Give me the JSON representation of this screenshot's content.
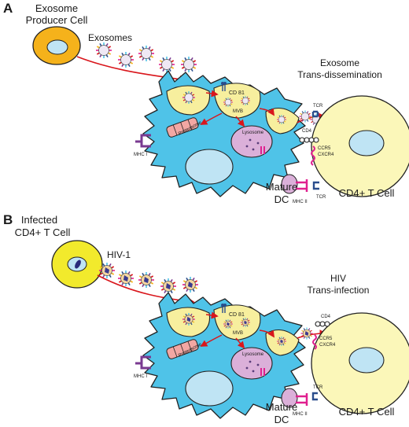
{
  "panel_a": {
    "letter": "A",
    "producer_label": [
      "Exosome",
      "Producer Cell"
    ],
    "vesicle_label": "Exosomes",
    "process_label": [
      "Exosome",
      "Trans-dissemination"
    ],
    "cd81": "CD 81",
    "mvb": "MVB",
    "lysosome": "Lysosome",
    "proteasome": "Proteasome",
    "mhc1": "MHC I",
    "mhc2": "MHC II",
    "tcr_top": "TCR",
    "tcr_bottom": "TCR",
    "cd4": "CD4",
    "ccr5": "CCR5",
    "cxcr4": "CXCR4",
    "dc_label": [
      "Mature",
      "DC"
    ],
    "tcell_label": "CD4+ T Cell"
  },
  "panel_b": {
    "letter": "B",
    "producer_label": [
      "Infected",
      "CD4+ T Cell"
    ],
    "vesicle_label": "HIV-1",
    "process_label": [
      "HIV",
      "Trans-infection"
    ],
    "cd81": "CD 81",
    "mvb": "MVB",
    "lysosome": "Lysosome",
    "proteasome": "Proteasome",
    "mhc1": "MHC I",
    "mhc2": "MHC II",
    "tcr": "TCR",
    "cd4": "CD4",
    "ccr5": "CCR5",
    "cxcr4": "CXCR4",
    "dc_label": [
      "Mature",
      "DC"
    ],
    "tcell_label": "CD4+ T Cell"
  },
  "colors": {
    "producer_cell": "#f5b21b",
    "infected_cell": "#f2ea2c",
    "dendritic_cell": "#4fc3e8",
    "t_cell": "#fbf7b9",
    "nucleus": "#bfe4f4",
    "vacuole": "#f7ef9e",
    "lysosome": "#dbb0d9",
    "arrow": "#d9161c",
    "receptor_blue": "#2a4d8c",
    "receptor_pink": "#e0208f",
    "mhc1": "#7a3a91"
  }
}
